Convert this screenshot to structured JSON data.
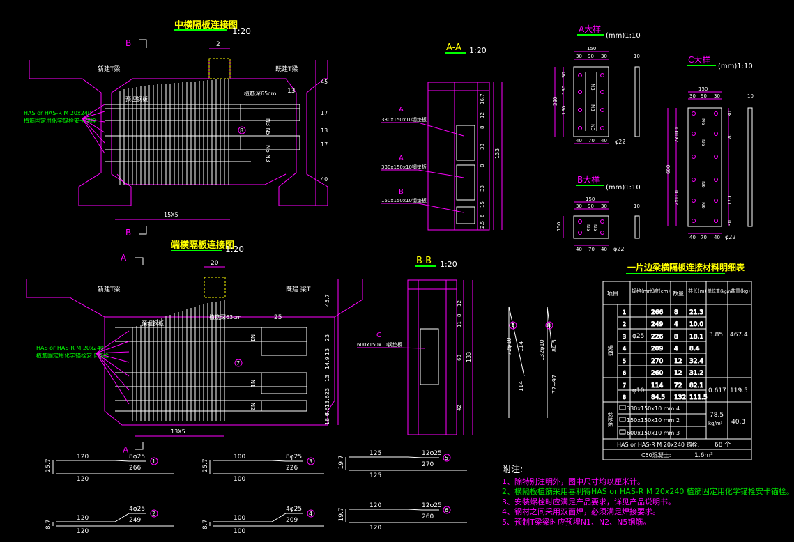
{
  "titles": {
    "mid_diaphragm": "中横隔板连接图",
    "mid_scale": "1:20",
    "end_diaphragm": "端横隔板连接图",
    "end_scale": "1:20",
    "section_aa": "A-A",
    "section_aa_scale": "1:20",
    "section_bb": "B-B",
    "section_bb_scale": "1:20",
    "detail_a": "A大样",
    "detail_a_unit": "(mm)1:10",
    "detail_b": "B大样",
    "detail_b_unit": "(mm)1:10",
    "detail_c": "C大样",
    "detail_c_unit": "(mm)1:10",
    "table_title": "一片边梁横隔板连接材料明细表"
  },
  "mid_view": {
    "cut_top": "B",
    "cut_bottom": "B",
    "beam_left": "新建T梁",
    "beam_right": "既建T梁",
    "width_dim": "2",
    "dim_13": "13",
    "dim_15x5": "15X5",
    "bolt_note_1": "HAS or HAS-R M 20x240",
    "bolt_note_2": "植筋固定用化学锚栓安卡锚栓",
    "anchor_depth": "植筋深65cm",
    "embed_label": "预埋钢板",
    "rebar_tags": [
      "N3 N5",
      "N5 N3",
      "N3 N1",
      "N1 N3"
    ],
    "circle": "8",
    "right_dims": [
      "45",
      "17",
      "13",
      "17",
      "40"
    ]
  },
  "end_view": {
    "cut_top": "A",
    "cut_bottom": "A",
    "beam_left": "新建T梁",
    "beam_right": "既建 梁T",
    "width_dim": "20",
    "dim_25": "25",
    "dim_13x5": "13X5",
    "bolt_note_1": "HAS or HAS-R M 20x240",
    "bolt_note_2": "植筋固定用化学锚栓安卡锚栓",
    "anchor_depth": "植筋深63cm",
    "embed_label": "预埋钢板",
    "rebar_tags": [
      "N1",
      "N1",
      "N2"
    ],
    "circle": "7",
    "right_dims": [
      "45.7",
      "23",
      "13",
      "14.9",
      "13",
      "23",
      "13.6",
      "7.6",
      "18.6"
    ]
  },
  "section_aa": {
    "plates": [
      {
        "tag": "A",
        "desc": "330x150x10钢垫板"
      },
      {
        "tag": "A",
        "desc": "330x150x10钢垫板"
      },
      {
        "tag": "B",
        "desc": "150x150x10钢垫板"
      }
    ],
    "dims": [
      "16.7",
      "12",
      "8",
      "33",
      "33",
      "8",
      "15",
      "6",
      "2.5"
    ],
    "total": "133"
  },
  "section_bb": {
    "plate_tag": "C",
    "plate_desc": "600x150x10钢垫板",
    "dims": [
      "12",
      "8",
      "11",
      "60",
      "42"
    ],
    "total": "133"
  },
  "rebar_callouts": {
    "n7_a": "72φ10",
    "n7_b": "114",
    "n7_c": "114",
    "n7_circle": "7",
    "n8_a": "132φ10",
    "n8_b": "84.5",
    "n8_c": "72~97",
    "n8_circle": "8"
  },
  "detail_a": {
    "dims": [
      "150",
      "30",
      "90",
      "30",
      "10",
      "30",
      "130",
      "130",
      "330",
      "40",
      "70",
      "40",
      "φ22"
    ],
    "tags": [
      "N3",
      "N3",
      "N3"
    ]
  },
  "detail_b": {
    "dims": [
      "150",
      "30",
      "90",
      "30",
      "150",
      "10",
      "40",
      "70",
      "40",
      "φ22"
    ],
    "tags": [
      "N5",
      "N5"
    ]
  },
  "detail_c": {
    "dims": [
      "150",
      "30",
      "90",
      "30",
      "10",
      "600",
      "2x100",
      "2x100",
      "170",
      "170",
      "30",
      "30",
      "40",
      "70",
      "40",
      "φ22"
    ],
    "tags": [
      "N6",
      "N6",
      "N6",
      "N6"
    ]
  },
  "table": {
    "headers": [
      "项目",
      "规格(mm)",
      "长度(cm)",
      "数量",
      "共长(m)",
      "单位重(kg/m)",
      "共重(kg)"
    ],
    "group_rebar": "钢筋",
    "rows": [
      {
        "no": "1",
        "len": "266",
        "qty": "8",
        "total": "21.3"
      },
      {
        "no": "2",
        "len": "249",
        "qty": "4",
        "total": "10.0"
      },
      {
        "no": "3",
        "len": "226",
        "qty": "8",
        "total": "18.1"
      },
      {
        "no": "4",
        "len": "209",
        "qty": "4",
        "total": "8.4"
      },
      {
        "no": "5",
        "len": "270",
        "qty": "12",
        "total": "32.4"
      },
      {
        "no": "6",
        "len": "260",
        "qty": "12",
        "total": "31.2"
      },
      {
        "no": "7",
        "len": "114",
        "qty": "72",
        "total": "82.1"
      },
      {
        "no": "8",
        "len": "84.5",
        "qty": "132",
        "total": "111.5"
      }
    ],
    "spec_25": "φ25",
    "spec_10": "φ10",
    "unit_25": "3.85",
    "weight_25": "467.4",
    "unit_10": "0.617",
    "weight_10": "119.5",
    "group_plate": "钢垫板",
    "plates": [
      {
        "spec": "330x150x10 mm",
        "qty": "4"
      },
      {
        "spec": "150x150x10 mm",
        "qty": "2"
      },
      {
        "spec": "600x150x10 mm",
        "qty": "3"
      }
    ],
    "plate_unit": "78.5",
    "plate_unit_u": "kg/m²",
    "plate_weight": "40.3",
    "bolt_row": "HAS or HAS-R M 20x240 锚栓:",
    "bolt_qty": "68 个",
    "concrete_row": "C50混凝土:",
    "concrete_qty": "1.6m³"
  },
  "bars": [
    {
      "circle": "1",
      "spec": "8φ25",
      "top": "120",
      "mid": "266",
      "bot": "120",
      "h": "25.7"
    },
    {
      "circle": "2",
      "spec": "4φ25",
      "top": "120",
      "mid": "249",
      "bot": "120",
      "h": "8.7"
    },
    {
      "circle": "3",
      "spec": "8φ25",
      "top": "100",
      "mid": "226",
      "bot": "100",
      "h": "25.7"
    },
    {
      "circle": "4",
      "spec": "4φ25",
      "top": "100",
      "mid": "209",
      "bot": "100",
      "h": "8.7"
    },
    {
      "circle": "5",
      "spec": "12φ25",
      "top": "125",
      "mid": "270",
      "bot": "125",
      "h": "19.7"
    },
    {
      "circle": "6",
      "spec": "12φ25",
      "top": "120",
      "mid": "260",
      "bot": "120",
      "h": "19.7"
    }
  ],
  "notes": {
    "title": "附注:",
    "lines": [
      "1、除特别注明外，图中尺寸均以厘米计。",
      "2、横隔板植筋采用喜利得HAS or HAS-R M 20x240 植筋固定用化学锚栓安卡锚栓。",
      "3、安装螺栓时应满足产品要求，详见产品说明书。",
      "4、钢材之间采用双面焊，必须满足焊接要求。",
      "5、预制T梁梁时应预埋N1、N2、N5钢筋。"
    ]
  }
}
